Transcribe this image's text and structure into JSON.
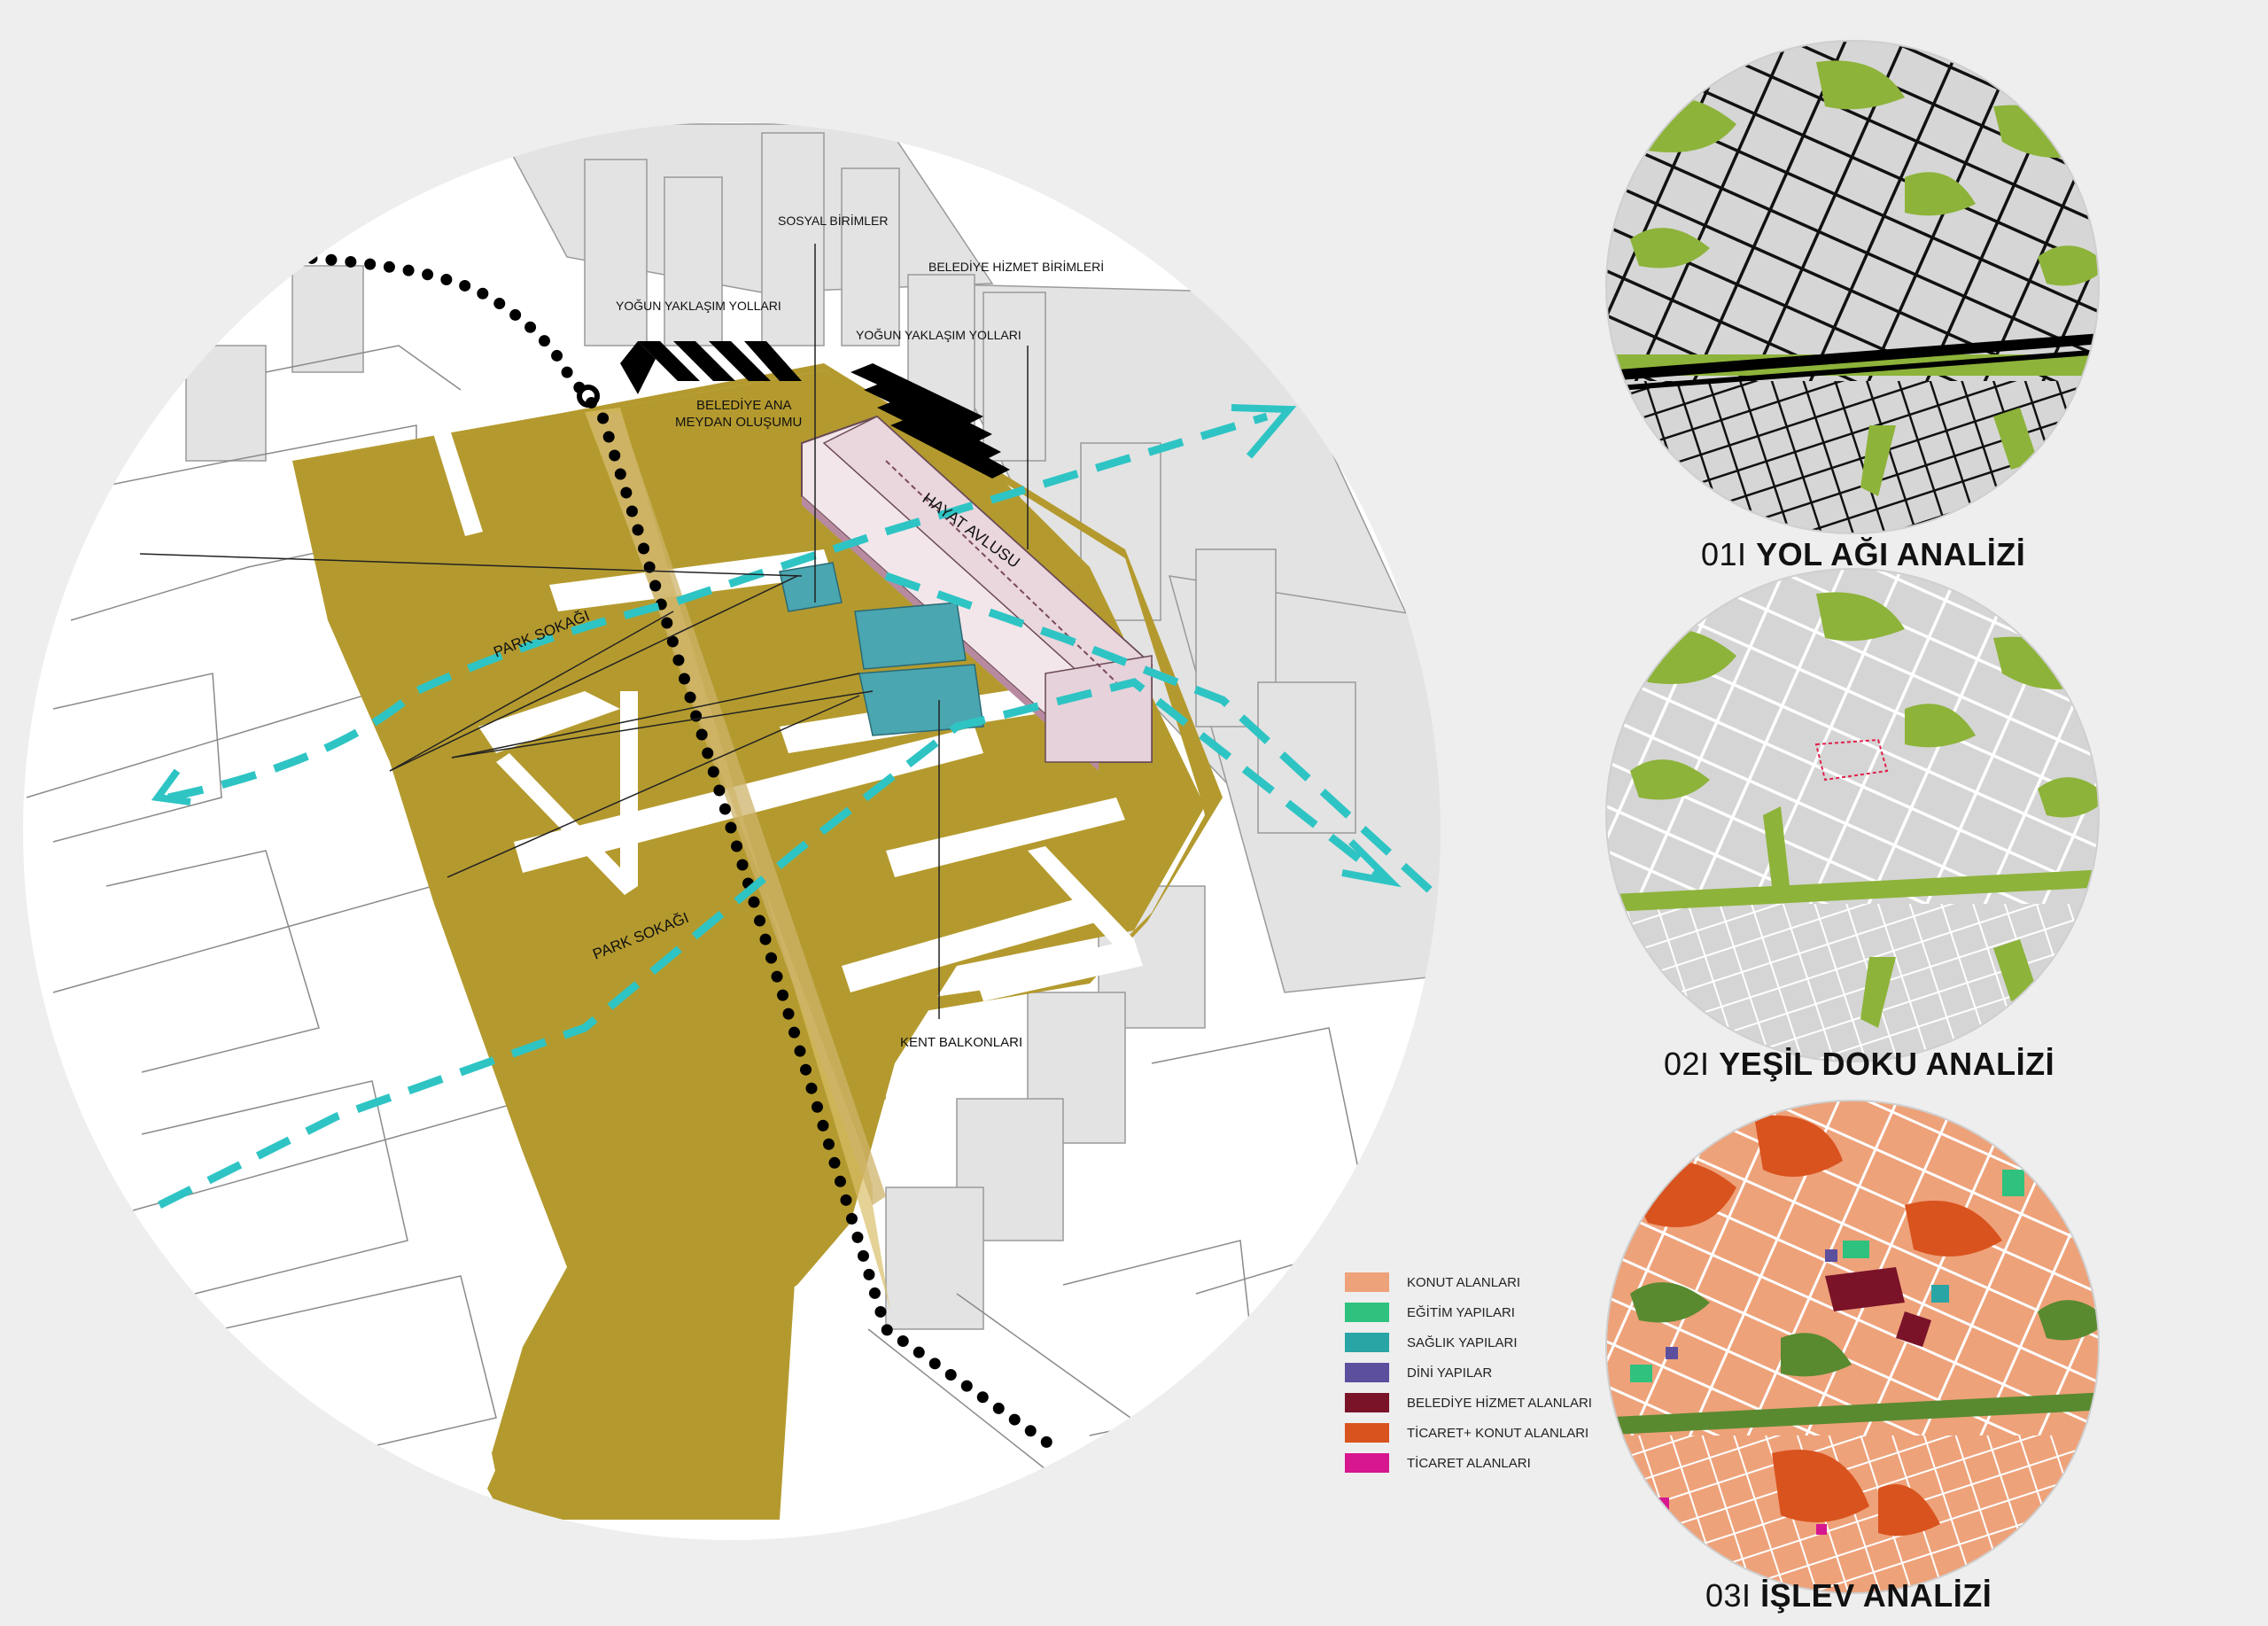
{
  "labels": {
    "sosyal_birimler": "SOSYAL BİRİMLER",
    "belediye_hizmet_birimleri": "BELEDİYE HİZMET BİRİMLERİ",
    "yogun_yaklasim_1": "YOĞUN YAKLAŞIM YOLLARI",
    "yogun_yaklasim_2": "YOĞUN YAKLAŞIM YOLLARI",
    "belediye_ana_1": "BELEDİYE ANA",
    "belediye_ana_2": "MEYDAN OLUŞUMU",
    "hayat_avlusu": "HAYAT AVLUSU",
    "park_sokagi_1": "PARK SOKAĞI",
    "park_sokagi_2": "PARK SOKAĞI",
    "kent_balkonlari": "KENT BALKONLARI"
  },
  "analyses": [
    {
      "number": "01I",
      "title": "YOL AĞI ANALİZİ"
    },
    {
      "number": "02I",
      "title": "YEŞİL DOKU ANALİZİ"
    },
    {
      "number": "03I",
      "title": "İŞLEV ANALİZİ"
    }
  ],
  "legend": [
    {
      "label": "KONUT ALANLARI",
      "color": "#eea27a"
    },
    {
      "label": "EĞİTİM YAPILARI",
      "color": "#2ec27e"
    },
    {
      "label": "SAĞLIK YAPILARI",
      "color": "#2aa5a5"
    },
    {
      "label": "DİNİ YAPILAR",
      "color": "#5b4f9e"
    },
    {
      "label": "BELEDİYE HİZMET ALANLARI",
      "color": "#7a1228"
    },
    {
      "label": "TİCARET+ KONUT ALANLARI",
      "color": "#d9531e"
    },
    {
      "label": "TİCARET ALANLARI",
      "color": "#d6178f"
    }
  ],
  "colors": {
    "park": "#b49a2e",
    "axis": "#2fc4c4",
    "building_teal": "#4aa6b0",
    "road": "#000000",
    "green": "#8db33a"
  }
}
